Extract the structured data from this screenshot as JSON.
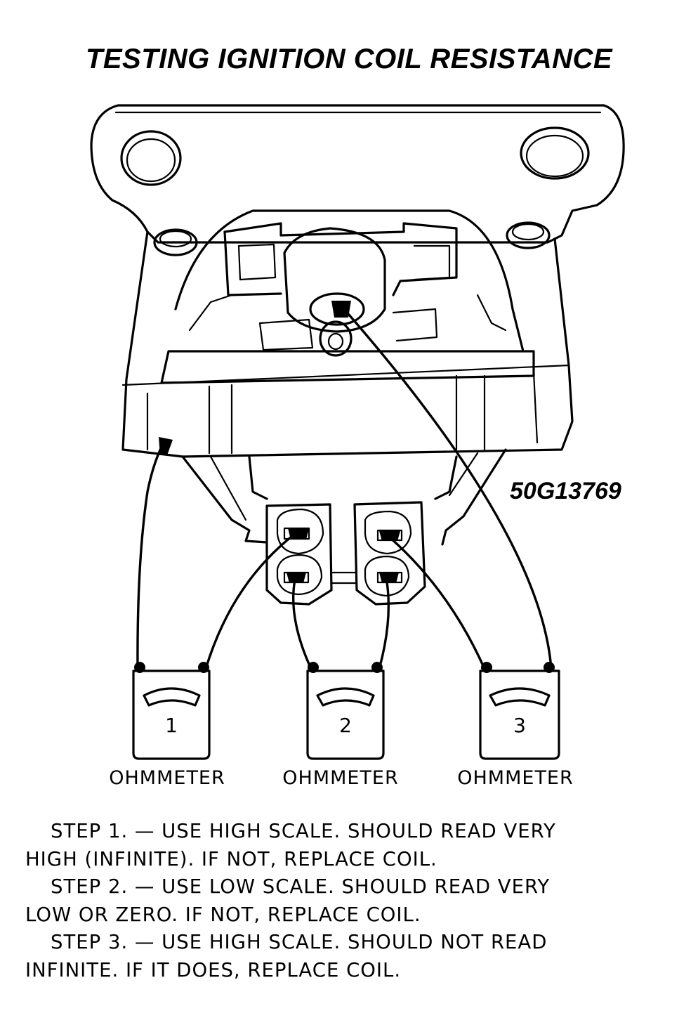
{
  "title": "TESTING IGNITION COIL RESISTANCE",
  "part_number": "50G13769",
  "meters": [
    {
      "number": "1",
      "label": "OHMMETER"
    },
    {
      "number": "2",
      "label": "OHMMETER"
    },
    {
      "number": "3",
      "label": "OHMMETER"
    }
  ],
  "steps": [
    {
      "line1": "STEP 1. — USE HIGH SCALE. SHOULD READ VERY",
      "line2": "HIGH (INFINITE). IF NOT, REPLACE COIL."
    },
    {
      "line1": "STEP 2. — USE LOW SCALE. SHOULD READ VERY",
      "line2": "LOW OR ZERO. IF NOT, REPLACE COIL."
    },
    {
      "line1": "STEP 3. — USE HIGH SCALE. SHOULD NOT READ",
      "line2": "INFINITE. IF IT DOES, REPLACE COIL."
    }
  ]
}
